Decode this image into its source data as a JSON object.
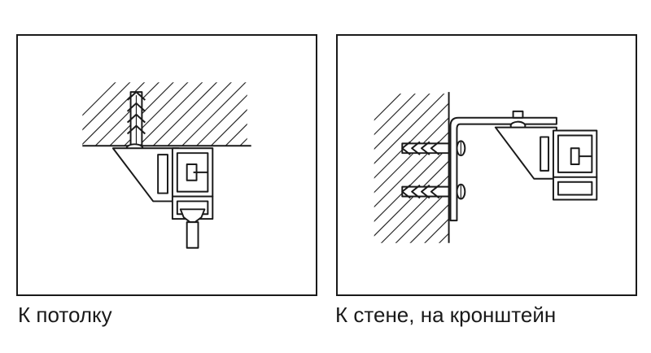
{
  "panels": [
    {
      "id": "ceiling",
      "caption": "К потолку"
    },
    {
      "id": "wall",
      "caption": "К стене, на кронштейн"
    }
  ],
  "colors": {
    "line": "#1a1a1a",
    "background": "#ffffff"
  }
}
